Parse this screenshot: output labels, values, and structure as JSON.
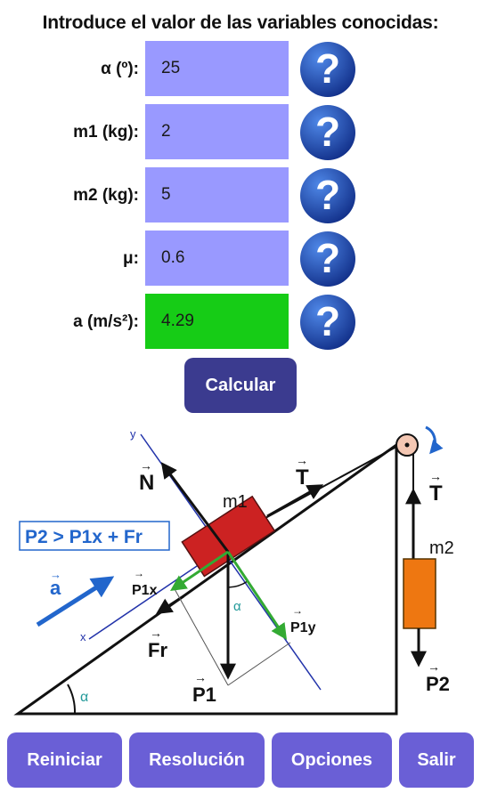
{
  "header": {
    "title": "Introduce el valor de las variables conocidas:"
  },
  "fields": [
    {
      "label": "α (º):",
      "value": "25"
    },
    {
      "label": "m1 (kg):",
      "value": "2"
    },
    {
      "label": "m2 (kg):",
      "value": "5"
    },
    {
      "label": "μ:",
      "value": "0.6"
    },
    {
      "label": "a (m/s²):",
      "value": "4.29"
    }
  ],
  "help_icon": "question-mark-icon",
  "calculate": {
    "label": "Calcular"
  },
  "diagram": {
    "formula": "P2 > P1x + Fr",
    "labels": {
      "N": "N",
      "T": "T",
      "m1": "m1",
      "m2": "m2",
      "P1x": "P1x",
      "P1y": "P1y",
      "P1": "P1",
      "P2": "P2",
      "Fr": "Fr",
      "a": "a",
      "alpha": "α",
      "x_axis": "x",
      "y_axis": "y"
    },
    "colors": {
      "block_m1": "#cc2222",
      "block_m2": "#ee7711",
      "components": "#33aa33",
      "accent": "#2266cc"
    }
  },
  "footer": {
    "reset": "Reiniciar",
    "solution": "Resolución",
    "options": "Opciones",
    "exit": "Salir"
  },
  "colors": {
    "input_bg": "#9999ff",
    "result_bg": "#16cc16",
    "calc_btn": "#3b3b8f",
    "footer_btn": "#6a5fd6"
  }
}
